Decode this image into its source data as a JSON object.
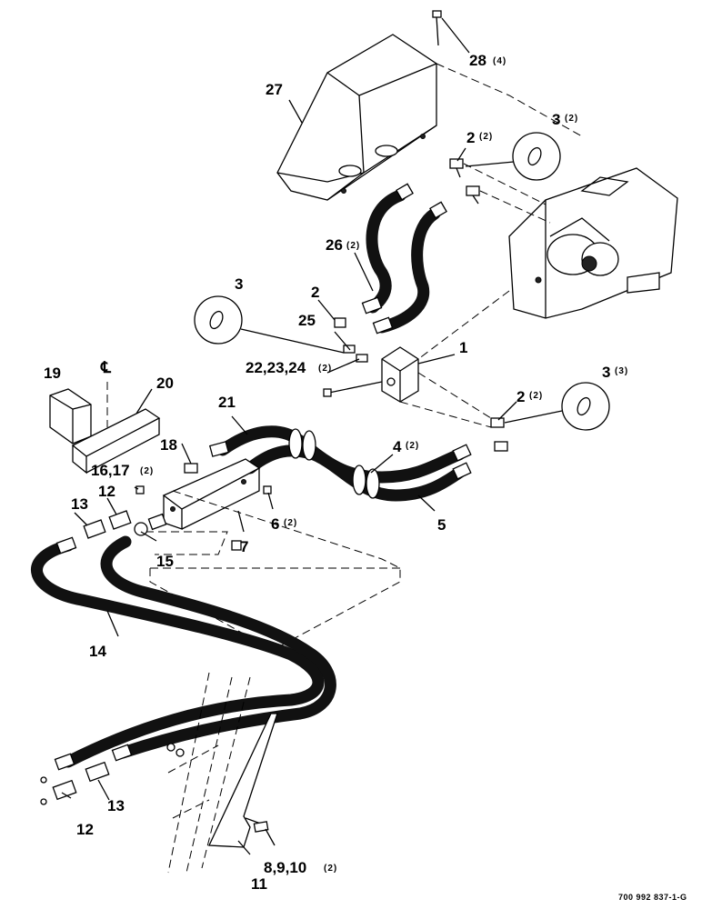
{
  "labels": {
    "n1": "1",
    "n2a": "2",
    "n2a_q": "(2)",
    "n2b": "2",
    "n2c": "2",
    "n2c_q": "(2)",
    "n3a": "3",
    "n3a_q": "(2)",
    "n3b": "3",
    "n3c": "3",
    "n3c_q": "(3)",
    "n4": "4",
    "n4_q": "(2)",
    "n5": "5",
    "n6": "6",
    "n6_q": "(2)",
    "n7": "7",
    "n8910": "8,9,10",
    "n8910_q": "(2)",
    "n11": "11",
    "n12a": "12",
    "n12b": "12",
    "n13a": "13",
    "n13b": "13",
    "n14": "14",
    "n15": "15",
    "n1617": "16,17",
    "n1617_q": "(2)",
    "n18": "18",
    "n19": "19",
    "n20": "20",
    "n21": "21",
    "n222324": "22,23,24",
    "n222324_q": "(2)",
    "n25": "25",
    "n26": "26",
    "n26_q": "(2)",
    "n27": "27",
    "n28": "28",
    "n28_q": "(4)",
    "centerline": "℄"
  },
  "drawing_code": "700 992 837-1-G"
}
